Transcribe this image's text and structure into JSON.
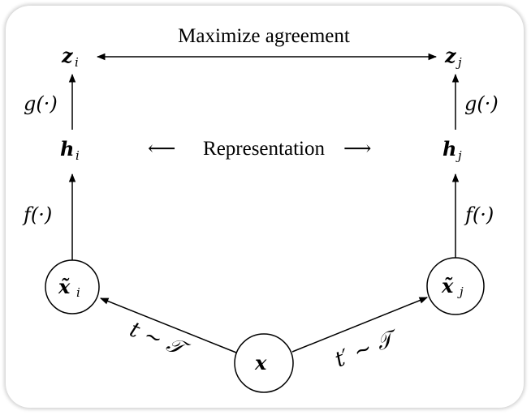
{
  "title": "SimCLR contrastive learning framework",
  "labels": {
    "top_caption": "Maximize agreement",
    "middle_caption": "Representation",
    "middle_left_arrow": "⟵",
    "middle_right_arrow": "⟶"
  },
  "nodes": {
    "z_i": {
      "base": "z",
      "sub": "i"
    },
    "z_j": {
      "base": "z",
      "sub": "j"
    },
    "h_i": {
      "base": "h",
      "sub": "i"
    },
    "h_j": {
      "base": "h",
      "sub": "j"
    },
    "x_tilde_i": {
      "base": "x̃",
      "sub": "i"
    },
    "x_tilde_j": {
      "base": "x̃",
      "sub": "j"
    },
    "x": {
      "base": "x"
    }
  },
  "functions": {
    "g_left": "g(·)",
    "g_right": "g(·)",
    "f_left": "f(·)",
    "f_right": "f(·)"
  },
  "edges": {
    "left_transform": "t ∼ 𝒯",
    "right_transform": "t′ ∼ 𝒯"
  },
  "colors": {
    "stroke": "#000000",
    "background": "#ffffff"
  }
}
